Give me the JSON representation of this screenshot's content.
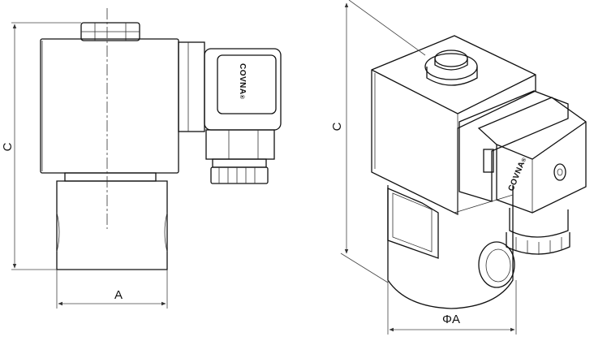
{
  "diagram": {
    "brand": "COVNA",
    "brand_mark": "®",
    "front_view": {
      "height_label": "C",
      "width_label": "A"
    },
    "iso_view": {
      "height_label": "C",
      "diameter_label": "ΦA"
    }
  }
}
